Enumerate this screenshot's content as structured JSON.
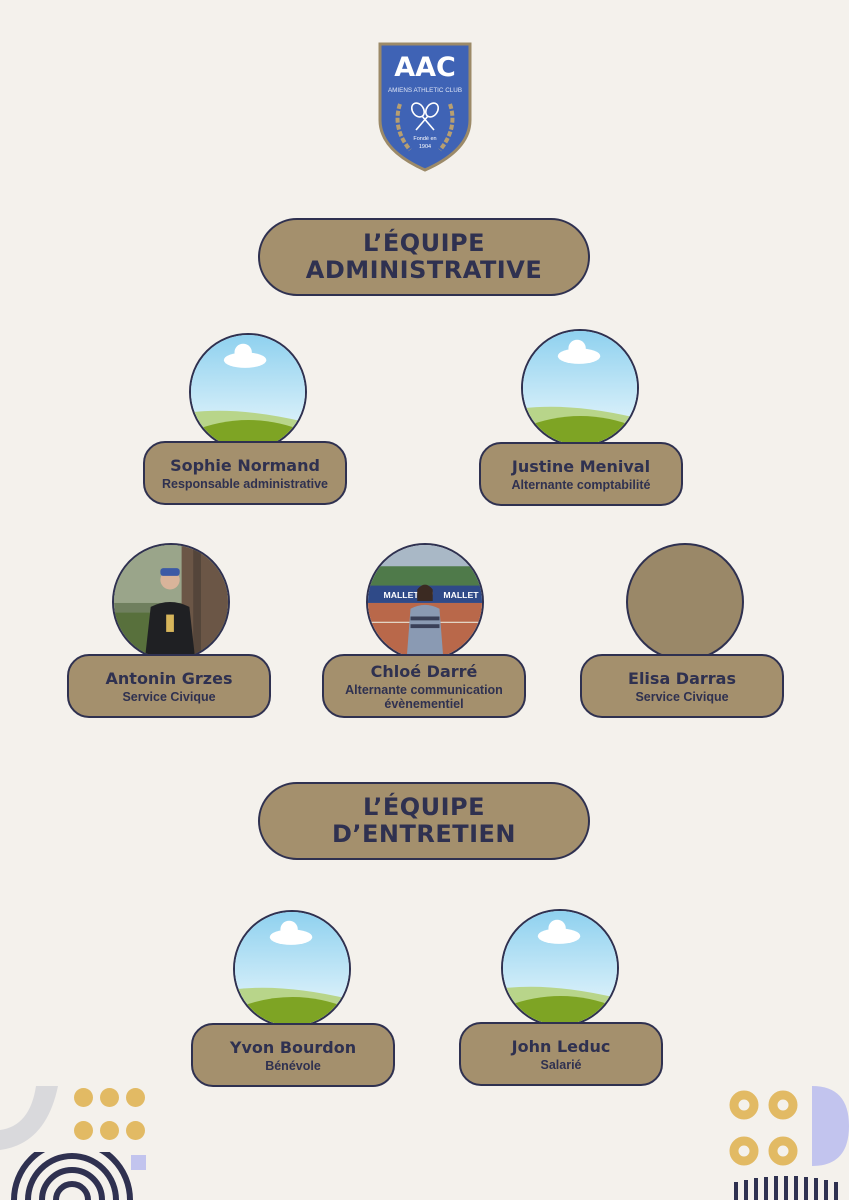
{
  "logo": {
    "initials": "AAC",
    "club_name": "AMIENS ATHLETIC CLUB",
    "founded_label": "Fondé en",
    "founded_year": "1904"
  },
  "sections": {
    "admin_title_line1": "L’ÉQUIPE",
    "admin_title_line2": "ADMINISTRATIVE",
    "maint_title_line1": "L’ÉQUIPE",
    "maint_title_line2": "D’ENTRETIEN"
  },
  "admin_team": [
    {
      "name": "Sophie Normand",
      "role": "Responsable administrative"
    },
    {
      "name": "Justine Menival",
      "role": "Alternante comptabilité"
    },
    {
      "name": "Antonin Grzes",
      "role": "Service Civique"
    },
    {
      "name": "Chloé Darré",
      "role": "Alternante communication évènementiel"
    },
    {
      "name": "Elisa Darras",
      "role": "Service Civique"
    }
  ],
  "maintenance_team": [
    {
      "name": "Yvon Bourdon",
      "role": "Bénévole"
    },
    {
      "name": "John Leduc",
      "role": "Salarié"
    }
  ],
  "photo_texts": {
    "banner_text": "MALLET"
  },
  "colors": {
    "background": "#f4f1ec",
    "pill": "#a4906d",
    "ink": "#2f3150",
    "gold": "#e2ba64",
    "lavender": "#c2c4ee",
    "logo_blue": "#3f63b5"
  }
}
